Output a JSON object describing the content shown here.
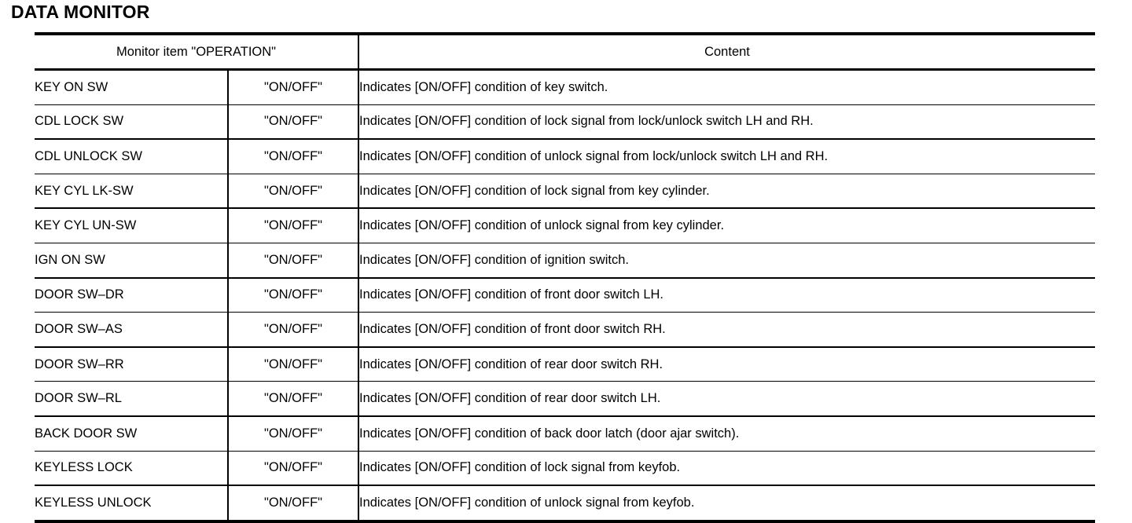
{
  "page": {
    "title": "DATA MONITOR"
  },
  "table": {
    "headers": {
      "item": "Monitor item \"OPERATION\"",
      "content": "Content"
    },
    "rows": [
      {
        "item": "KEY ON SW",
        "value": "\"ON/OFF\"",
        "content": "Indicates [ON/OFF] condition of key switch."
      },
      {
        "item": "CDL LOCK SW",
        "value": "\"ON/OFF\"",
        "content": "Indicates [ON/OFF] condition of lock signal from lock/unlock switch LH and RH."
      },
      {
        "item": "CDL UNLOCK SW",
        "value": "\"ON/OFF\"",
        "content": "Indicates [ON/OFF] condition of unlock signal from lock/unlock switch LH and RH."
      },
      {
        "item": "KEY CYL LK-SW",
        "value": "\"ON/OFF\"",
        "content": "Indicates [ON/OFF] condition of lock signal from key cylinder."
      },
      {
        "item": "KEY CYL UN-SW",
        "value": "\"ON/OFF\"",
        "content": "Indicates [ON/OFF] condition of unlock signal from key cylinder."
      },
      {
        "item": "IGN ON SW",
        "value": "\"ON/OFF\"",
        "content": "Indicates [ON/OFF] condition of ignition switch."
      },
      {
        "item": "DOOR SW–DR",
        "value": "\"ON/OFF\"",
        "content": "Indicates [ON/OFF] condition of front door switch LH."
      },
      {
        "item": "DOOR SW–AS",
        "value": "\"ON/OFF\"",
        "content": "Indicates [ON/OFF] condition of front door switch RH."
      },
      {
        "item": "DOOR SW–RR",
        "value": "\"ON/OFF\"",
        "content": "Indicates [ON/OFF] condition of rear door switch RH."
      },
      {
        "item": "DOOR SW–RL",
        "value": "\"ON/OFF\"",
        "content": "Indicates [ON/OFF] condition of rear door switch LH."
      },
      {
        "item": "BACK DOOR SW",
        "value": "\"ON/OFF\"",
        "content": "Indicates [ON/OFF] condition of back door latch (door ajar switch)."
      },
      {
        "item": "KEYLESS LOCK",
        "value": "\"ON/OFF\"",
        "content": "Indicates [ON/OFF] condition of lock signal from keyfob."
      },
      {
        "item": "KEYLESS UNLOCK",
        "value": "\"ON/OFF\"",
        "content": "Indicates [ON/OFF] condition of unlock signal from keyfob."
      }
    ]
  },
  "colors": {
    "text": "#000000",
    "background": "#ffffff",
    "rule": "#000000"
  }
}
